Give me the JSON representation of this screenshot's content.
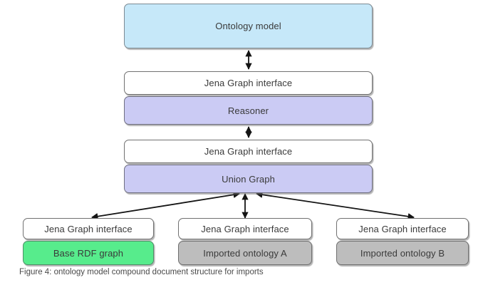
{
  "figure": {
    "caption": "Figure 4: ontology model compound document structure for imports",
    "colors": {
      "ontology_model": "#c6e8f9",
      "reasoner": "#cbcbf4",
      "union_graph": "#cbcbf4",
      "base_rdf_graph": "#57ec8c",
      "imported_ontology": "#bdbdbd",
      "interface": "#ffffff",
      "border": "#6b6b6b",
      "arrow": "#141414",
      "caption_text": "#4a4a4a"
    },
    "nodes": {
      "ontology_model": "Ontology model",
      "interface_reasoner": "Jena Graph interface",
      "reasoner": "Reasoner",
      "interface_union": "Jena Graph interface",
      "union_graph": "Union Graph",
      "interface_base": "Jena Graph interface",
      "base_rdf_graph": "Base RDF graph",
      "interface_imported_a": "Jena Graph interface",
      "imported_ontology_a": "Imported ontology A",
      "interface_imported_b": "Jena Graph interface",
      "imported_ontology_b": "Imported ontology B"
    },
    "connectors": [
      {
        "name": "ontology-model-to-reasoner-stack",
        "type": "double-headed-vertical"
      },
      {
        "name": "reasoner-stack-to-union-stack",
        "type": "double-headed-vertical"
      },
      {
        "name": "union-graph-to-base-rdf-graph",
        "type": "double-headed-diagonal-left"
      },
      {
        "name": "union-graph-to-imported-ontology-a",
        "type": "double-headed-vertical"
      },
      {
        "name": "union-graph-to-imported-ontology-b",
        "type": "double-headed-diagonal-right"
      }
    ]
  }
}
